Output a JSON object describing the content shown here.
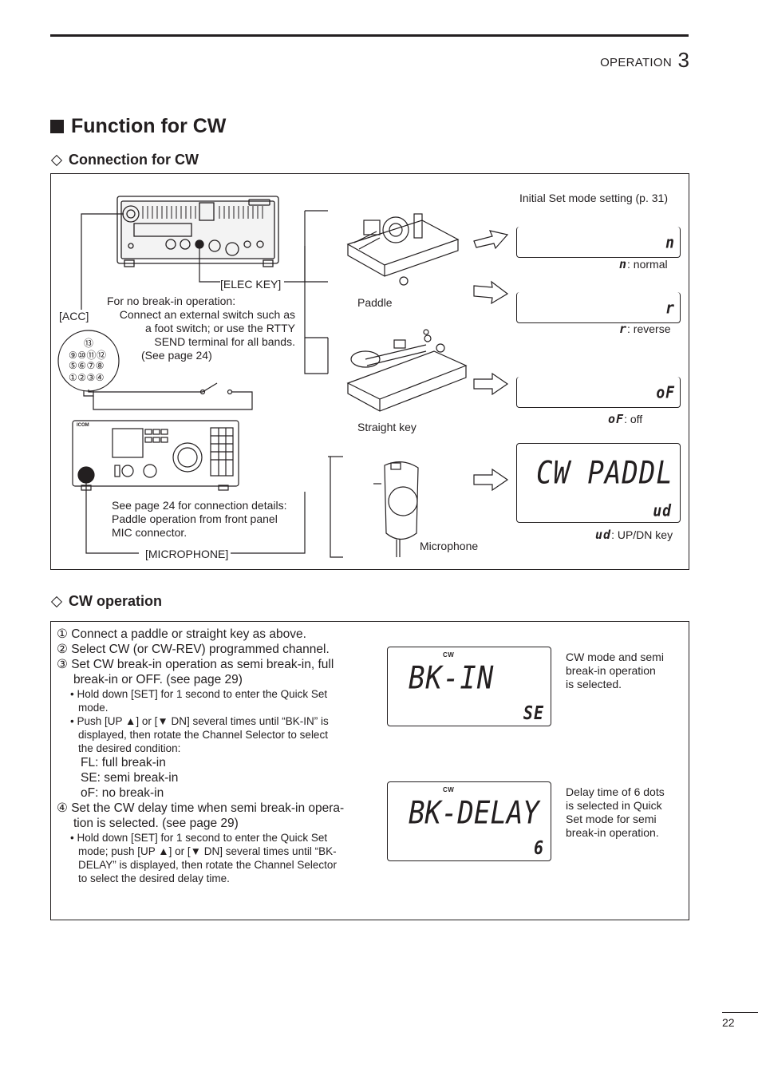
{
  "header": {
    "section_label": "OPERATION",
    "section_number": "3"
  },
  "title": "Function for CW",
  "connection": {
    "heading": "Connection for CW",
    "initial_setting": "Initial Set mode setting (p. 31)",
    "elec_key": "[ELEC KEY]",
    "acc": "[ACC]",
    "break_in_note": {
      "l1": "For no break-in operation:",
      "l2": "Connect an external switch such as",
      "l3": "a foot switch; or use the RTTY",
      "l4": "SEND terminal for all bands.",
      "l5": "(See page 24)"
    },
    "mic_note": {
      "l1": "See page 24 for connection details:",
      "l2": "Paddle operation from front panel",
      "l3": "MIC connector."
    },
    "microphone_jack": "[MICROPHONE]",
    "paddle": "Paddle",
    "straight_key": "Straight key",
    "microphone": "Microphone",
    "pins": {
      "p13": "⑬",
      "row1": "⑨⑩⑪⑫",
      "row2": "⑤⑥⑦⑧",
      "row3": "①②③④"
    },
    "brand": "ICOM",
    "displays": [
      {
        "segment": "n",
        "label_glyph": "n",
        "label": ": normal"
      },
      {
        "segment": "r",
        "label_glyph": "r",
        "label": ": reverse"
      },
      {
        "segment": "oF",
        "label_glyph": "oF",
        "label": ": off"
      },
      {
        "segment_main": "CW PADDL",
        "segment": "ud",
        "label_glyph": "ud",
        "label": ": UP/DN key"
      }
    ]
  },
  "cw_operation": {
    "heading": "CW operation",
    "steps": {
      "s1": "① Connect a paddle or straight key as above.",
      "s2": "② Select CW (or CW-REV) programmed channel.",
      "s3a": "③ Set CW break-in operation as semi break-in, full",
      "s3b": "break-in or OFF. (see page 29)",
      "s3_b1a": "• Hold down [SET] for 1 second to enter the Quick Set",
      "s3_b1b": "mode.",
      "s3_b2a": "• Push [UP ▲] or [▼ DN] several times until “BK-IN” is",
      "s3_b2b": "displayed, then rotate the Channel Selector to select",
      "s3_b2c": "the desired condition:",
      "fl": "FL: full break-in",
      "se": "SE: semi break-in",
      "of": "oF: no break-in",
      "s4a": "④ Set the CW delay time when semi break-in opera-",
      "s4b": "tion is selected. (see page 29)",
      "s4_b1a": "• Hold down [SET] for 1 second to enter the Quick Set",
      "s4_b1b": "mode; push [UP ▲] or [▼ DN] several times until “BK-",
      "s4_b1c": "DELAY” is displayed, then rotate the Channel Selector",
      "s4_b1d": "to select the desired delay time."
    },
    "lcd1": {
      "mode": "CW",
      "main": "BK-IN",
      "value": "SE"
    },
    "lcd1_caption": {
      "l1": "CW mode and semi",
      "l2": "break-in operation",
      "l3": "is selected."
    },
    "lcd2": {
      "mode": "CW",
      "main": "BK-DELAY",
      "value": "6"
    },
    "lcd2_caption": {
      "l1": "Delay time of 6 dots",
      "l2": "is selected in Quick",
      "l3": "Set mode for semi",
      "l4": "break-in operation."
    }
  },
  "page_number": "22"
}
